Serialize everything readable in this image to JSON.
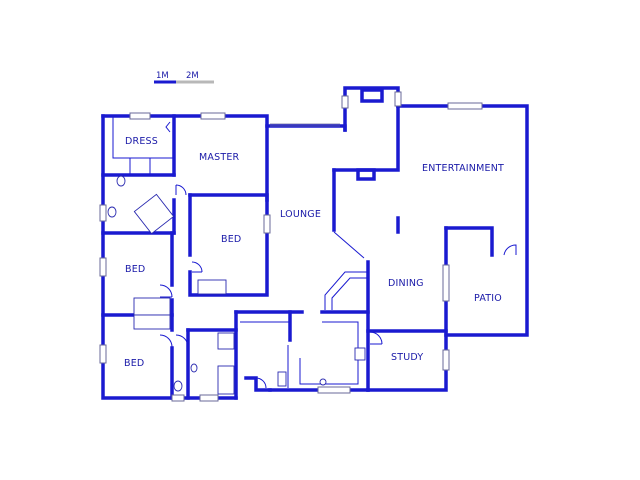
{
  "scale": {
    "label_1": "1M",
    "label_2": "2M"
  },
  "rooms": {
    "dress": "DRESS",
    "master": "MASTER",
    "lounge": "LOUNGE",
    "entertainment": "ENTERTAINMENT",
    "bed_middle": "BED",
    "bed_upper_left": "BED",
    "bed_lower_left": "BED",
    "dining": "DINING",
    "patio": "PATIO",
    "study": "STUDY"
  },
  "colors": {
    "wall": "#1a1ad0",
    "text": "#1a1aa8",
    "window": "#6a6a9a",
    "scale_grey": "#b8b8b8"
  }
}
